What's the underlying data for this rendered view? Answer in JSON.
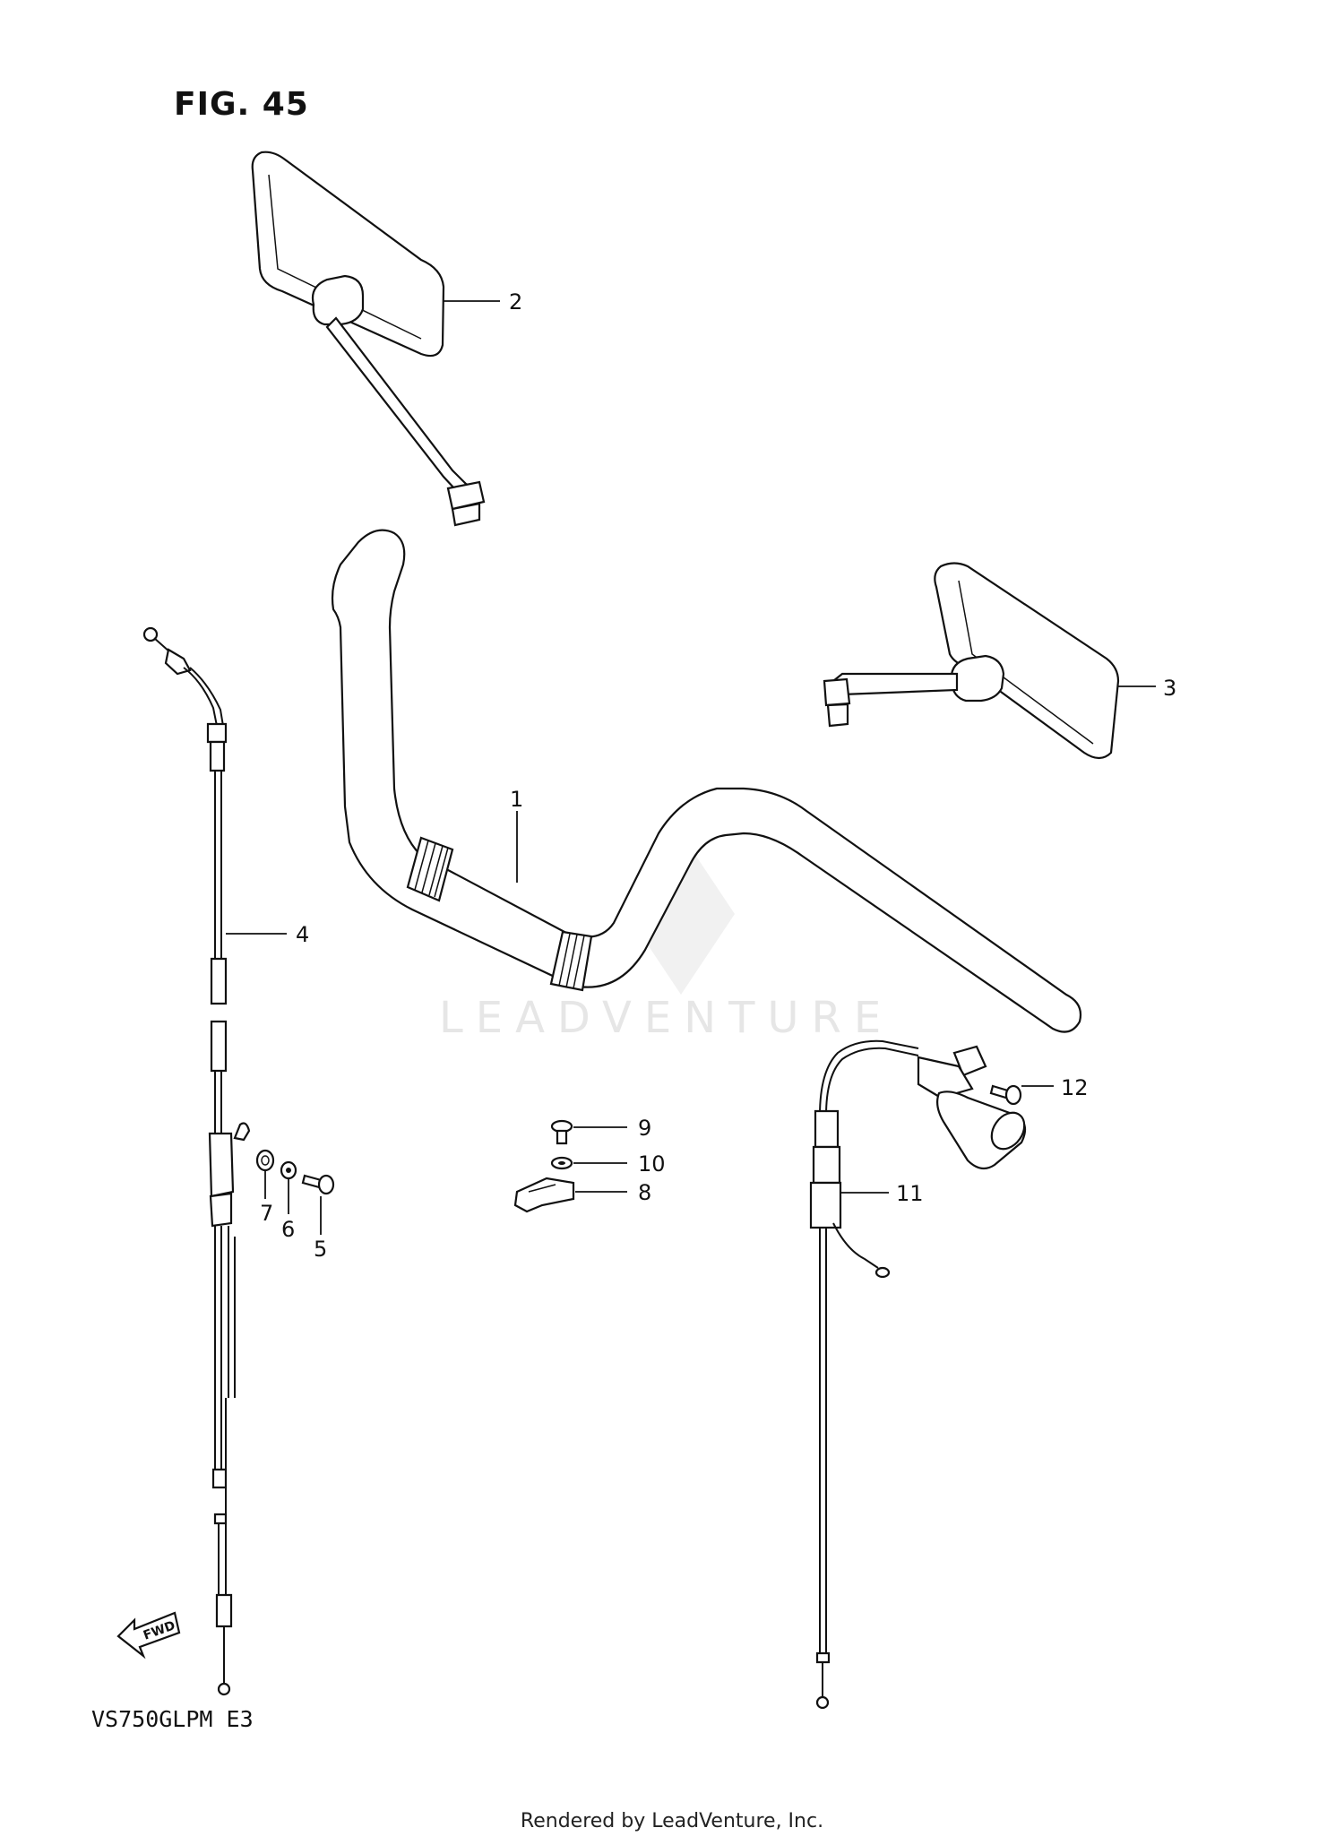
{
  "figure": {
    "title": "FIG. 45",
    "model_code": "VS750GLPM E3",
    "footer": "Rendered by LeadVenture, Inc.",
    "watermark": "LEADVENTURE",
    "fwd_label": "FWD"
  },
  "callouts": [
    "1",
    "2",
    "3",
    "4",
    "5",
    "6",
    "7",
    "8",
    "9",
    "10",
    "11",
    "12"
  ]
}
